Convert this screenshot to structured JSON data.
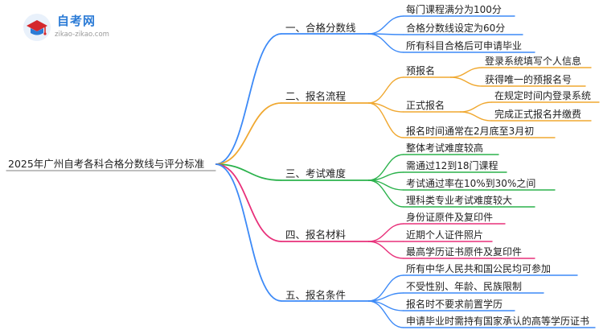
{
  "logo": {
    "name": "自考网",
    "url": "zikao-zikao.com"
  },
  "root": {
    "label": "2025年广州自考各科合格分数线与评分标准"
  },
  "branches": [
    {
      "label": "一、合格分数线",
      "color": "#3d8af7",
      "children": [
        {
          "label": "每门课程满分为100分"
        },
        {
          "label": "合格分数线设定为60分"
        },
        {
          "label": "所有科目合格后可申请毕业"
        }
      ]
    },
    {
      "label": "二、报名流程",
      "color": "#f0a830",
      "children": [
        {
          "label": "预报名",
          "children": [
            {
              "label": "登录系统填写个人信息"
            },
            {
              "label": "获得唯一的预报名号"
            }
          ]
        },
        {
          "label": "正式报名",
          "children": [
            {
              "label": "在规定时间内登录系统"
            },
            {
              "label": "完成正式报名并缴费"
            }
          ]
        },
        {
          "label": "报名时间通常在2月底至3月初"
        }
      ]
    },
    {
      "label": "三、考试难度",
      "color": "#2bb24c",
      "children": [
        {
          "label": "整体考试难度较高"
        },
        {
          "label": "需通过12到18门课程"
        },
        {
          "label": "考试通过率在10%到30%之间"
        },
        {
          "label": "理科类专业考试难度较大"
        }
      ]
    },
    {
      "label": "四、报名材料",
      "color": "#e8307a",
      "children": [
        {
          "label": "身份证原件及复印件"
        },
        {
          "label": "近期个人证件照片"
        },
        {
          "label": "最高学历证书原件及复印件"
        }
      ]
    },
    {
      "label": "五、报名条件",
      "color": "#3d8af7",
      "children": [
        {
          "label": "所有中华人民共和国公民均可参加"
        },
        {
          "label": "不受性别、年龄、民族限制"
        },
        {
          "label": "报名时不要求前置学历"
        },
        {
          "label": "申请毕业时需持有国家承认的高等学历证书"
        }
      ]
    }
  ]
}
